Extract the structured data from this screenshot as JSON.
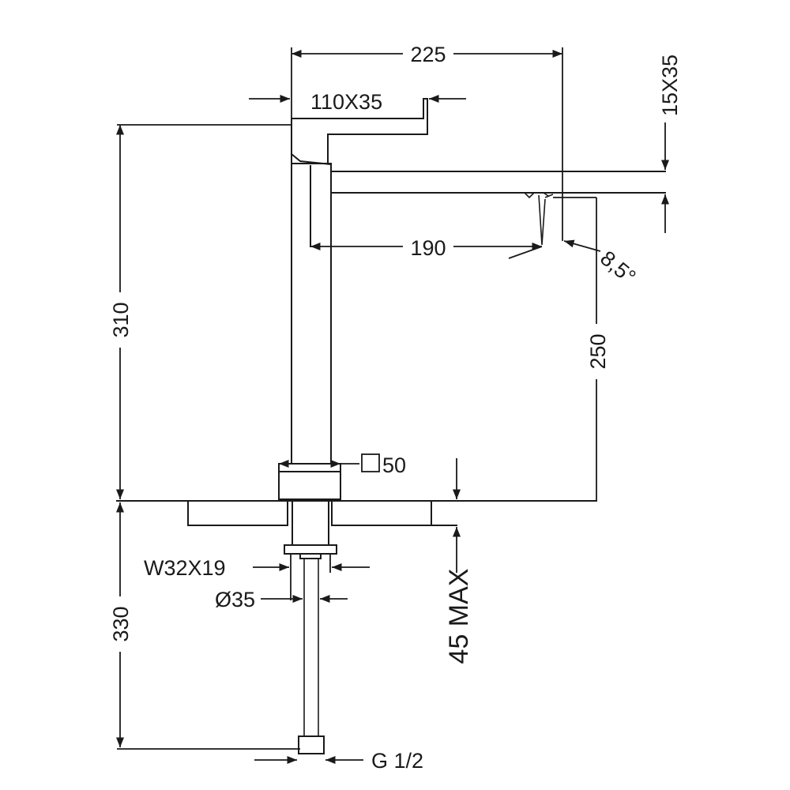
{
  "dimensions": {
    "width_total": "225",
    "handle_section": "110X35",
    "spout_section": "15X35",
    "spout_reach": "190",
    "spout_angle": "8,5°",
    "total_height": "310",
    "spout_height": "250",
    "body_base": "50",
    "thread": "W32X19",
    "shank_diameter": "Ø35",
    "hose_length": "330",
    "max_deck_thickness": "45 MAX",
    "connection": "G 1/2"
  },
  "colors": {
    "line": "#1a1a1a",
    "background": "#ffffff"
  }
}
